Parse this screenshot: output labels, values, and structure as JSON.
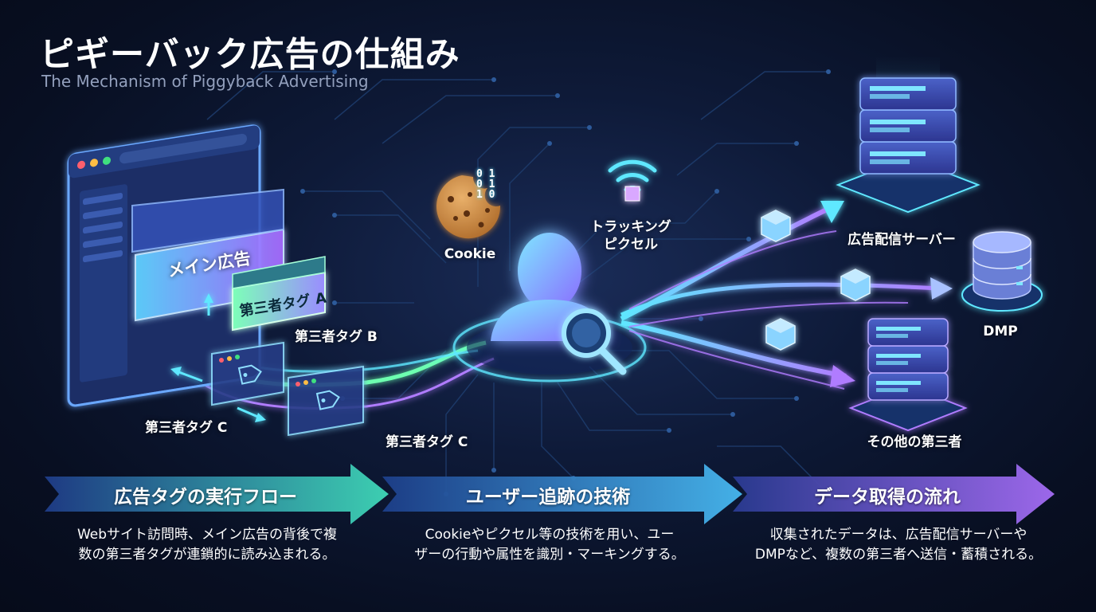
{
  "title": "ピギーバック広告の仕組み",
  "subtitle": "The Mechanism of Piggyback Advertising",
  "browser": {
    "main_ad": "メイン広告",
    "tag_a": "第三者タグ A",
    "tag_b": "第三者タグ B",
    "tag_c_left": "第三者タグ C",
    "tag_c_bottom": "第三者タグ C"
  },
  "center": {
    "cookie_label": "Cookie",
    "cookie_bits": [
      "0 1",
      "0 1",
      "1 0"
    ],
    "pixel_label": [
      "トラッキング",
      "ピクセル"
    ]
  },
  "destinations": {
    "ad_server": "広告配信サーバー",
    "dmp": "DMP",
    "others": "その他の第三者"
  },
  "stages": [
    {
      "title": "広告タグの実行フロー",
      "desc": [
        "Webサイト訪問時、メイン広告の背後で複",
        "数の第三者タグが連鎖的に読み込まれる。"
      ]
    },
    {
      "title": "ユーザー追跡の技術",
      "desc": [
        "Cookieやピクセル等の技術を用い、ユー",
        "ザーの行動や属性を識別・マーキングする。"
      ]
    },
    {
      "title": "データ取得の流れ",
      "desc": [
        "収集されたデータは、広告配信サーバーや",
        "DMPなど、複数の第三者へ送信・蓄積される。"
      ]
    }
  ],
  "colors": {
    "cyan": "#5ee8ff",
    "violet": "#b07cff",
    "green": "#6dffb0",
    "background": "#0a1226"
  },
  "icons": [
    "browser-window-icon",
    "cookie-icon",
    "tracking-pixel-icon",
    "user-icon",
    "magnifier-icon",
    "server-icon",
    "database-icon",
    "data-packet-icon",
    "price-tag-icon"
  ]
}
